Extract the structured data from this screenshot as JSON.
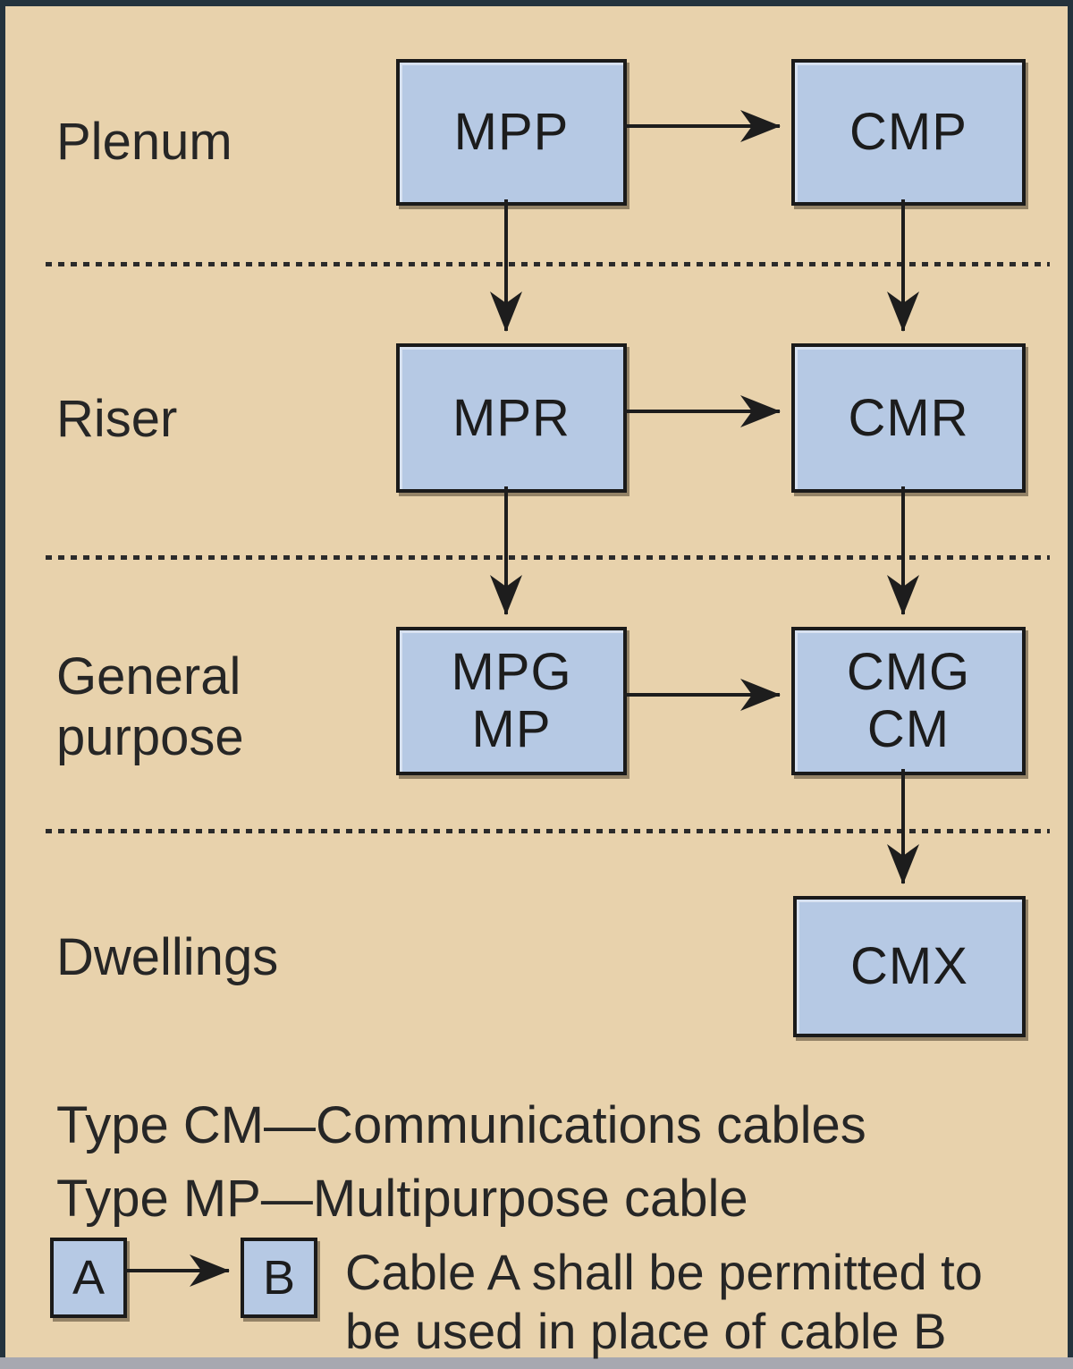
{
  "row_labels": {
    "plenum": "Plenum",
    "riser": "Riser",
    "general_line1": "General",
    "general_line2": "purpose",
    "dwellings": "Dwellings"
  },
  "nodes": {
    "mpp": "MPP",
    "cmp": "CMP",
    "mpr": "MPR",
    "cmr": "CMR",
    "mpg_line1": "MPG",
    "mpg_line2": "MP",
    "cmg_line1": "CMG",
    "cmg_line2": "CM",
    "cmx": "CMX"
  },
  "legend": {
    "type_cm": "Type CM—Communications cables",
    "type_mp": "Type MP—Multipurpose cable",
    "box_a": "A",
    "box_b": "B",
    "caption_line1": "Cable A shall be permitted to",
    "caption_line2": "be used in place of cable B"
  },
  "colors": {
    "background": "#e8d2ac",
    "box_fill": "#b6c9e4",
    "box_border": "#1a1a1a",
    "arrow": "#1d1d1d",
    "frame_border": "#24333d",
    "bottom_strip": "#a7a8b0",
    "dash": "#2b2b2b"
  }
}
